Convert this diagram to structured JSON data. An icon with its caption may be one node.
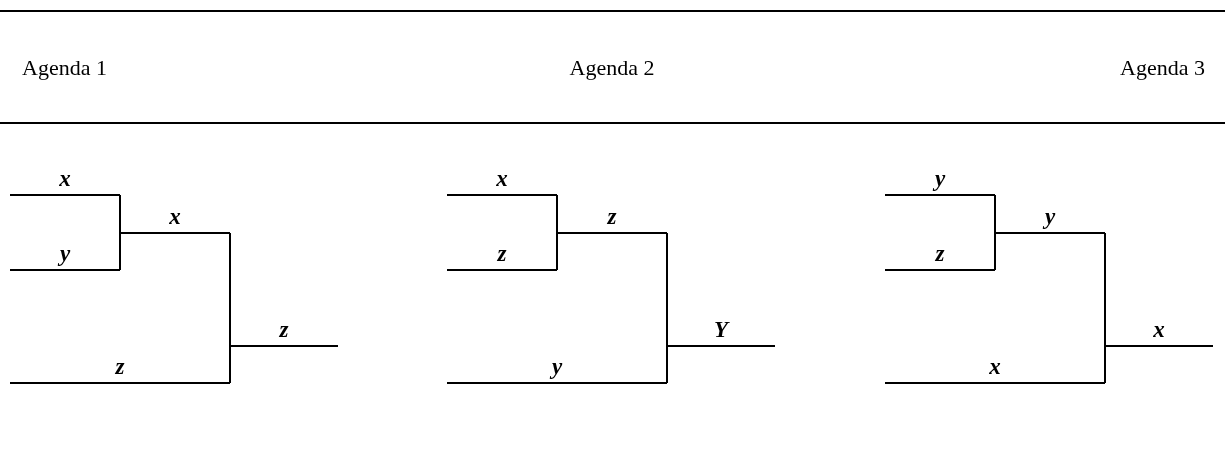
{
  "diagram": {
    "nodes": [
      {
        "text": [
          "x"
        ]
      },
      {
        "text": [
          "y"
        ]
      },
      {
        "text": [
          "z"
        ]
      },
      {
        "text": [
          "x"
        ]
      },
      {
        "text": [
          "z"
        ]
      },
      {
        "text": [
          "x"
        ]
      },
      {
        "text": [
          "z"
        ]
      },
      {
        "text": [
          "y"
        ]
      },
      {
        "text": [
          "z"
        ]
      },
      {
        "text": [
          "Y"
        ]
      },
      {
        "text": [
          "y"
        ]
      },
      {
        "text": [
          "z"
        ]
      },
      {
        "text": [
          "x"
        ]
      },
      {
        "text": [
          "y"
        ]
      },
      {
        "text": [
          "x"
        ]
      }
    ],
    "edges": [
      {
        "from": 0,
        "to": 3,
        "arrow": "none"
      },
      {
        "from": 1,
        "to": 3,
        "arrow": "none"
      },
      {
        "from": 3,
        "to": 4,
        "arrow": "none"
      },
      {
        "from": 2,
        "to": 4,
        "arrow": "none"
      },
      {
        "from": 5,
        "to": 8,
        "arrow": "none"
      },
      {
        "from": 6,
        "to": 8,
        "arrow": "none"
      },
      {
        "from": 8,
        "to": 9,
        "arrow": "none"
      },
      {
        "from": 7,
        "to": 9,
        "arrow": "none"
      },
      {
        "from": 10,
        "to": 13,
        "arrow": "none"
      },
      {
        "from": 11,
        "to": 13,
        "arrow": "none"
      },
      {
        "from": 13,
        "to": 14,
        "arrow": "none"
      },
      {
        "from": 12,
        "to": 14,
        "arrow": "none"
      }
    ],
    "labels": [
      "Agenda 1",
      "Agenda 2",
      "Agenda 3"
    ]
  }
}
